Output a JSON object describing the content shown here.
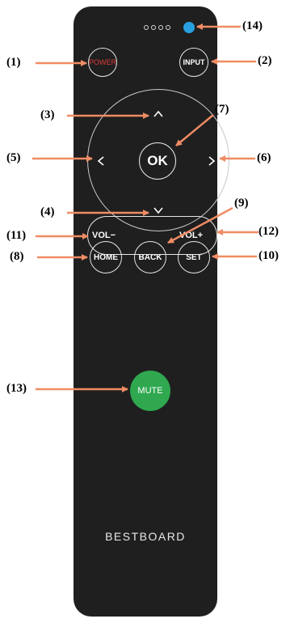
{
  "colors": {
    "remote_body": "#1f1f1f",
    "power_text": "#e03a3a",
    "mute_fill": "#2fa84f",
    "led": "#28a0e0",
    "arrow": "#f08c64"
  },
  "buttons": {
    "power": "POWER",
    "input": "INPUT",
    "ok": "OK",
    "home": "HOME",
    "back": "BACK",
    "set": "SET",
    "vol_down": "VOL−",
    "vol_up": "VOL+",
    "mute": "MUTE"
  },
  "dpad": {
    "up_icon": "chevron-up-icon",
    "down_icon": "chevron-down-icon",
    "left_icon": "chevron-left-icon",
    "right_icon": "chevron-right-icon"
  },
  "brand": "BESTBOARD",
  "callouts": {
    "c1": "(1)",
    "c2": "(2)",
    "c3": "(3)",
    "c4": "(4)",
    "c5": "(5)",
    "c6": "(6)",
    "c7": "(7)",
    "c8": "(8)",
    "c9": "(9)",
    "c10": "(10)",
    "c11": "(11)",
    "c12": "(12)",
    "c13": "(13)",
    "c14": "(14)"
  }
}
